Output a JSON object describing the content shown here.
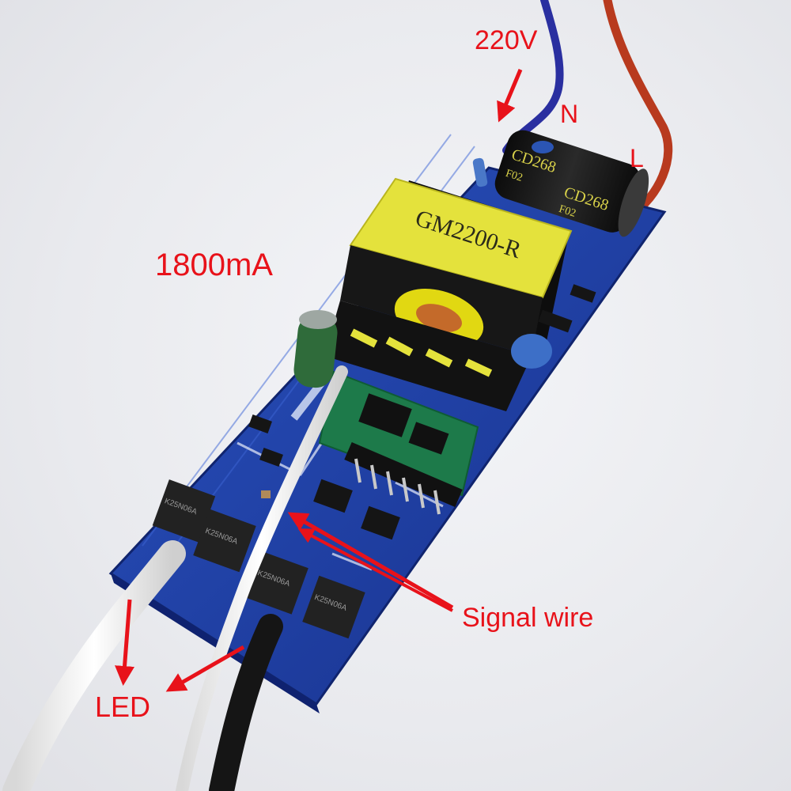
{
  "annotations": {
    "input_voltage": "220V",
    "neutral": "N",
    "live": "L",
    "current": "1800mA",
    "signal_wire": "Signal wire",
    "led": "LED"
  },
  "components": {
    "transformer_marking": "GM2200-R",
    "capacitor_marking": "CD268",
    "capacitor_sub_marking": "F02",
    "mosfet_marking": "K25N06A"
  },
  "colors": {
    "annotation": "#e8121a",
    "pcb": "#1f3fa0",
    "transformer": "#e4e23c",
    "wire_neutral": "#2a2fa0",
    "wire_live": "#b83a1e",
    "wire_white": "#f2f2f2",
    "wire_black": "#151515"
  }
}
